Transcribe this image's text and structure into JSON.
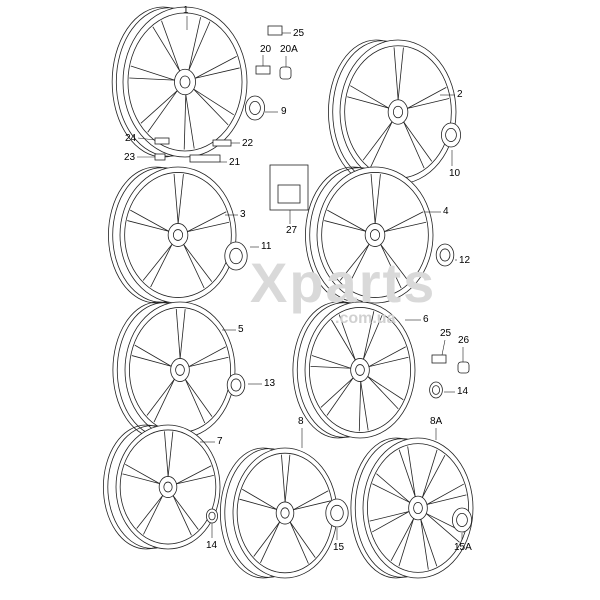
{
  "watermark": {
    "main": "Xparts",
    "sub": ".com.ua"
  },
  "wheels": [
    {
      "label": "1"
    },
    {
      "label": "2"
    },
    {
      "label": "3"
    },
    {
      "label": "4"
    },
    {
      "label": "5"
    },
    {
      "label": "6"
    },
    {
      "label": "7"
    },
    {
      "label": "8"
    },
    {
      "label": "8A"
    }
  ],
  "parts": [
    {
      "label": "25"
    },
    {
      "label": "20"
    },
    {
      "label": "20A"
    },
    {
      "label": "9"
    },
    {
      "label": "24"
    },
    {
      "label": "22"
    },
    {
      "label": "23"
    },
    {
      "label": "21"
    },
    {
      "label": "10"
    },
    {
      "label": "27"
    },
    {
      "label": "11"
    },
    {
      "label": "12"
    },
    {
      "label": "25"
    },
    {
      "label": "26"
    },
    {
      "label": "13"
    },
    {
      "label": "14"
    },
    {
      "label": "14"
    },
    {
      "label": "15"
    },
    {
      "label": "15A"
    }
  ]
}
